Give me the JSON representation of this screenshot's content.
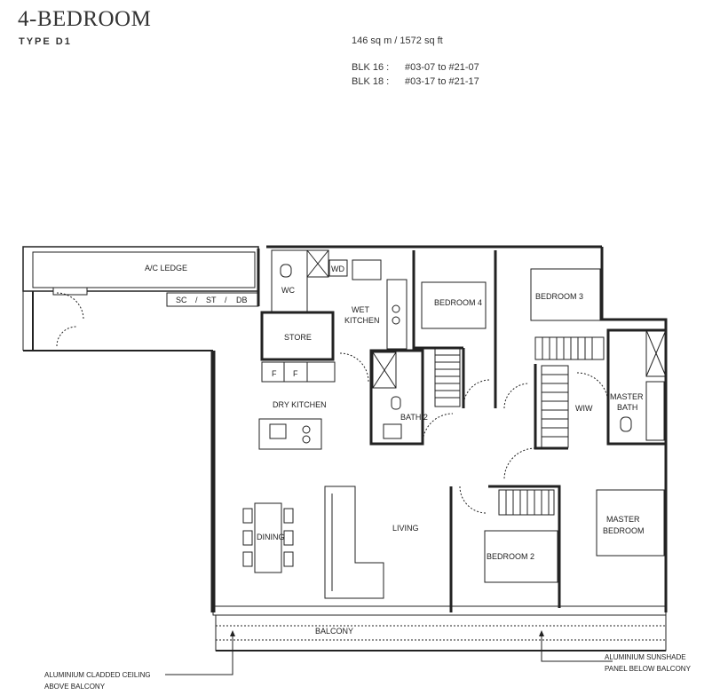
{
  "header": {
    "title": "4-BEDROOM",
    "subtitle": "TYPE D1",
    "area": "146 sq m / 1572 sq ft",
    "blocks": [
      {
        "label": "BLK 16 :",
        "units": "#03-07 to #21-07"
      },
      {
        "label": "BLK 18 :",
        "units": "#03-17 to #21-17"
      }
    ]
  },
  "rooms": {
    "ac_ledge": "A/C LEDGE",
    "sc": "SC",
    "st": "ST",
    "db": "DB",
    "slash": "/",
    "wc": "WC",
    "wd": "WD",
    "wet_kitchen_1": "WET",
    "wet_kitchen_2": "KITCHEN",
    "store": "STORE",
    "fridge": "F",
    "dry_kitchen": "DRY KITCHEN",
    "bath2": "BATH 2",
    "bedroom4": "BEDROOM 4",
    "bedroom3": "BEDROOM 3",
    "wiw": "WIW",
    "master_bath_1": "MASTER",
    "master_bath_2": "BATH",
    "master_bed_1": "MASTER",
    "master_bed_2": "BEDROOM",
    "dining": "DINING",
    "living": "LIVING",
    "bedroom2": "BEDROOM 2",
    "balcony": "BALCONY"
  },
  "notes": {
    "ceiling_1": "ALUMINIUM CLADDED CEILING",
    "ceiling_2": "ABOVE BALCONY",
    "sunshade_1": "ALUMINIUM SUNSHADE",
    "sunshade_2": "PANEL BELOW BALCONY"
  }
}
